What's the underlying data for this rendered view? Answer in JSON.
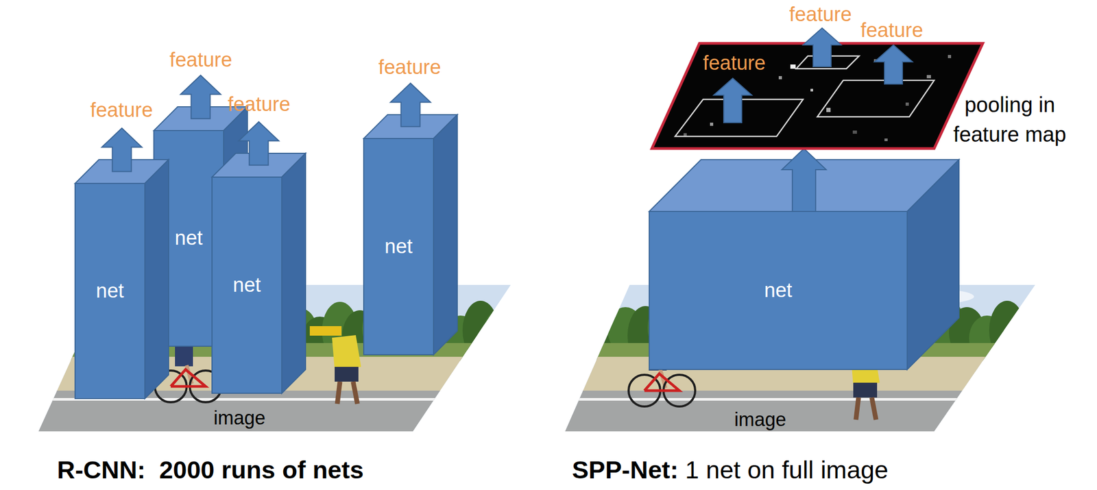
{
  "diagram": {
    "nodes": [
      {
        "text": [
          "image"
        ]
      },
      {
        "text": [
          "net"
        ]
      },
      {
        "text": [
          "net"
        ]
      },
      {
        "text": [
          "net"
        ]
      },
      {
        "text": [
          "net"
        ]
      },
      {
        "text": [
          "image"
        ]
      },
      {
        "text": [
          "net"
        ]
      },
      {
        "text": [
          "feature",
          "feature",
          "feature",
          "pooling in feature map"
        ]
      }
    ],
    "edges": [
      {
        "from": 6,
        "to": 7,
        "arrow": "to"
      }
    ],
    "labels": [
      "feature",
      "feature",
      "feature",
      "feature",
      "R-CNN:  2000 runs of nets",
      "SPP-Net:",
      "1 net on full image"
    ]
  }
}
